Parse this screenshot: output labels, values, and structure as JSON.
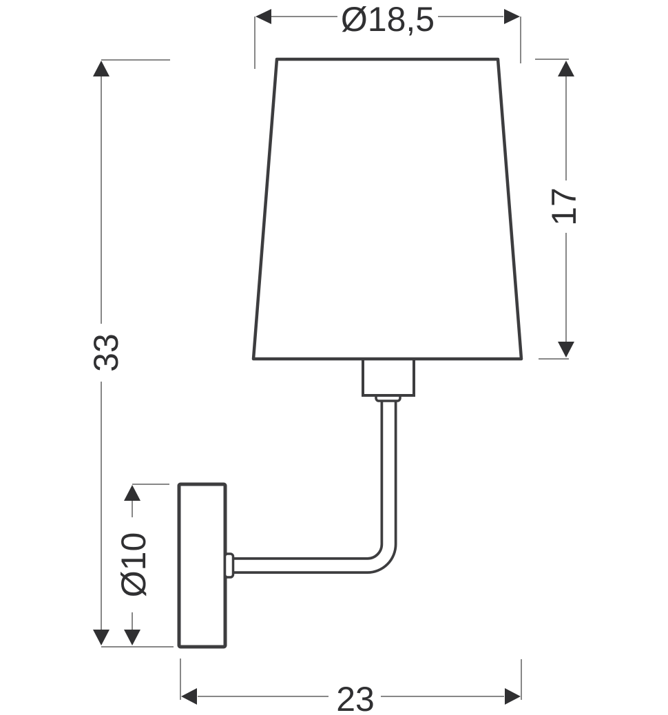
{
  "drawing": {
    "kind": "wall-lamp dimensional drawing",
    "dimensions": {
      "shade_diameter": {
        "label": "Ø18,5"
      },
      "shade_height": {
        "label": "17"
      },
      "total_height": {
        "label": "33"
      },
      "plate_diameter": {
        "label": "Ø10"
      },
      "depth": {
        "label": "23"
      }
    },
    "colors": {
      "background": "#ffffff",
      "outline": "#3d3d3f",
      "dimension_line": "#878787",
      "arrow_and_text": "#303032"
    }
  }
}
